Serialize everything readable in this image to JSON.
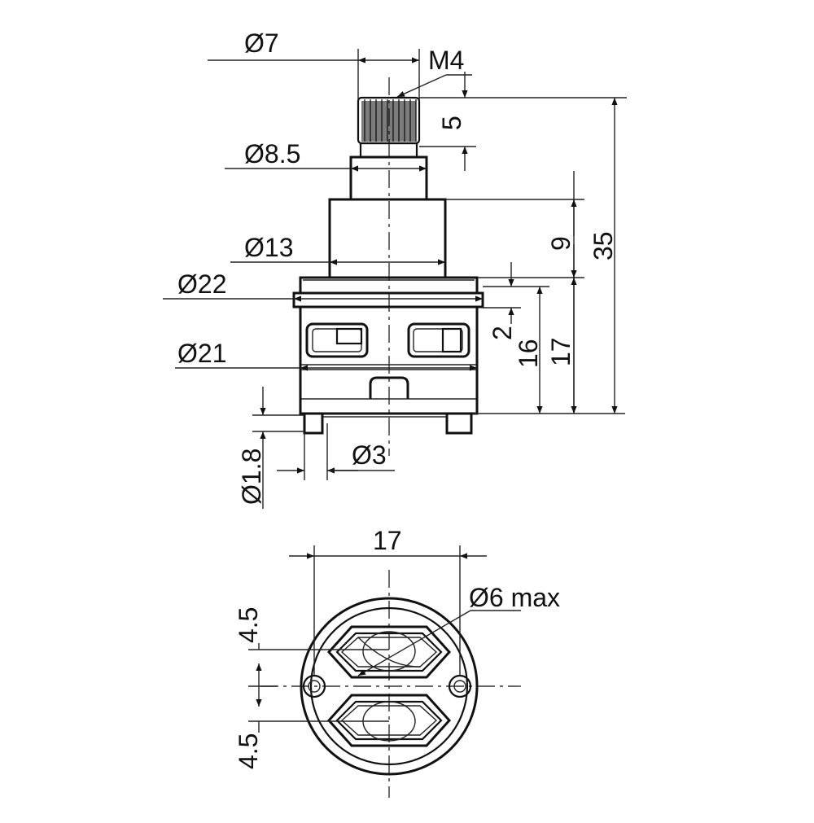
{
  "colors": {
    "ink": "#111111",
    "background": "#ffffff"
  },
  "side_view": {
    "labels": {
      "d7": "Ø7",
      "m4": "M4",
      "h5": "5",
      "d8_5": "Ø8.5",
      "h9": "9",
      "h35": "35",
      "d13": "Ø13",
      "d22": "Ø22",
      "h2": "2",
      "h16": "16",
      "h17": "17",
      "d21": "Ø21",
      "d1_8": "Ø1.8",
      "d3": "Ø3"
    }
  },
  "bottom_view": {
    "labels": {
      "w17": "17",
      "d6max": "Ø6 max",
      "off_top": "4.5",
      "off_bottom": "4.5"
    }
  }
}
